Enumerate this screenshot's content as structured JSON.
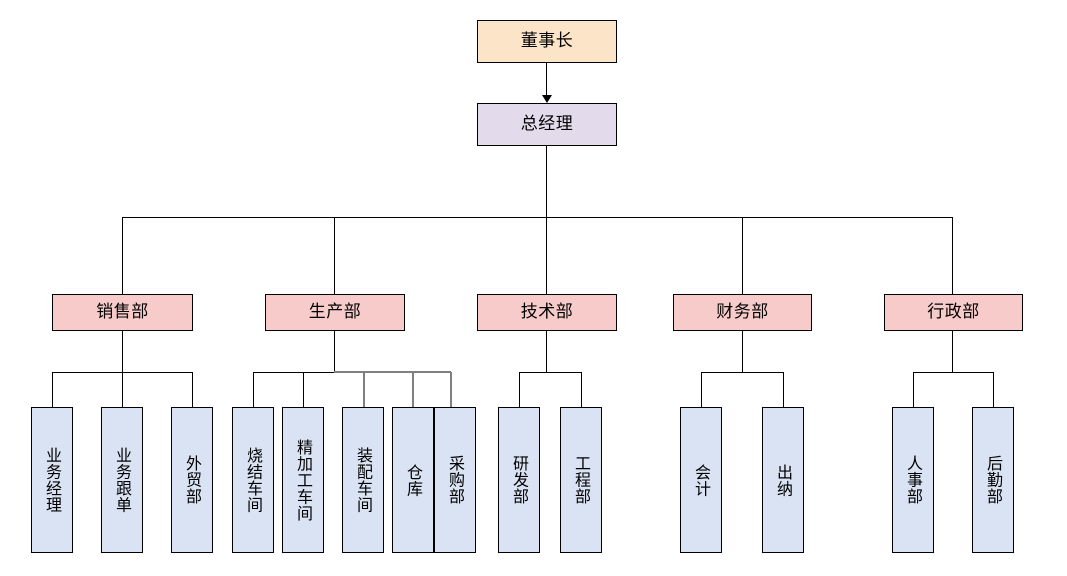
{
  "chart": {
    "type": "org-chart",
    "title": "",
    "orientation": "top-down",
    "colors": {
      "chairman_fill": "#fce4c8",
      "general_manager_fill": "#e3dbeb",
      "department_fill": "#f8cbcb",
      "leaf_fill": "#dae3f3",
      "border": "#000000",
      "connector": "#000000",
      "connector_secondary": "#808080",
      "background": "#ffffff"
    }
  },
  "nodes": {
    "chairman": {
      "label": "董事长"
    },
    "general_manager": {
      "label": "总经理"
    },
    "departments": [
      {
        "id": "sales",
        "label": "销售部",
        "children": [
          {
            "id": "sales-manager",
            "label": "业务经理"
          },
          {
            "id": "sales-followup",
            "label": "业务跟单"
          },
          {
            "id": "foreign-trade",
            "label": "外贸部"
          }
        ]
      },
      {
        "id": "production",
        "label": "生产部",
        "children": [
          {
            "id": "sintering-workshop",
            "label": "烧结车间"
          },
          {
            "id": "fine-machining-workshop",
            "label": "精加工车间"
          },
          {
            "id": "assembly-workshop",
            "label": "装配车间"
          },
          {
            "id": "warehouse",
            "label": "仓库"
          },
          {
            "id": "purchasing",
            "label": "采购部"
          }
        ]
      },
      {
        "id": "technology",
        "label": "技术部",
        "children": [
          {
            "id": "rnd",
            "label": "研发部"
          },
          {
            "id": "engineering",
            "label": "工程部"
          }
        ]
      },
      {
        "id": "finance",
        "label": "财务部",
        "children": [
          {
            "id": "accounting",
            "label": "会计"
          },
          {
            "id": "cashier",
            "label": "出纳"
          }
        ]
      },
      {
        "id": "administration",
        "label": "行政部",
        "children": [
          {
            "id": "human-resources",
            "label": "人事部"
          },
          {
            "id": "logistics",
            "label": "后勤部"
          }
        ]
      }
    ]
  }
}
